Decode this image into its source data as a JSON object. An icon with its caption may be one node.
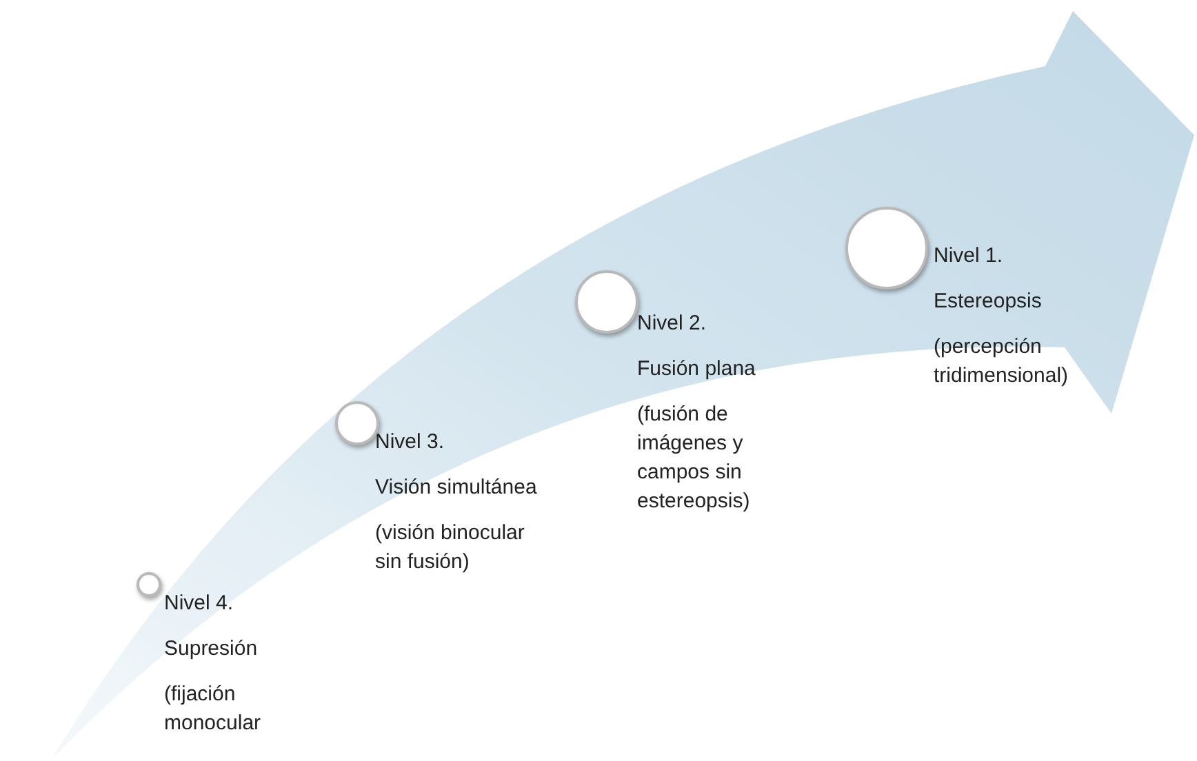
{
  "diagram": {
    "nodes": [
      {
        "text": [],
        "shape": "circle",
        "beside": [
          "Nivel 4.",
          "Supresión",
          "(fijación monocular"
        ]
      },
      {
        "text": [],
        "shape": "circle",
        "beside": [
          "Nivel 3.",
          "Visión simultánea",
          "(visión binocular sin fusión)"
        ]
      },
      {
        "text": [],
        "shape": "circle",
        "beside": [
          "Nivel 2.",
          "Fusión plana",
          "(fusión de imágenes y campos sin estereopsis)"
        ]
      },
      {
        "text": [],
        "shape": "circle",
        "beside": [
          "Nivel 1.",
          "Estereopsis",
          "(percepción tridimensional)"
        ]
      }
    ],
    "edges": []
  }
}
